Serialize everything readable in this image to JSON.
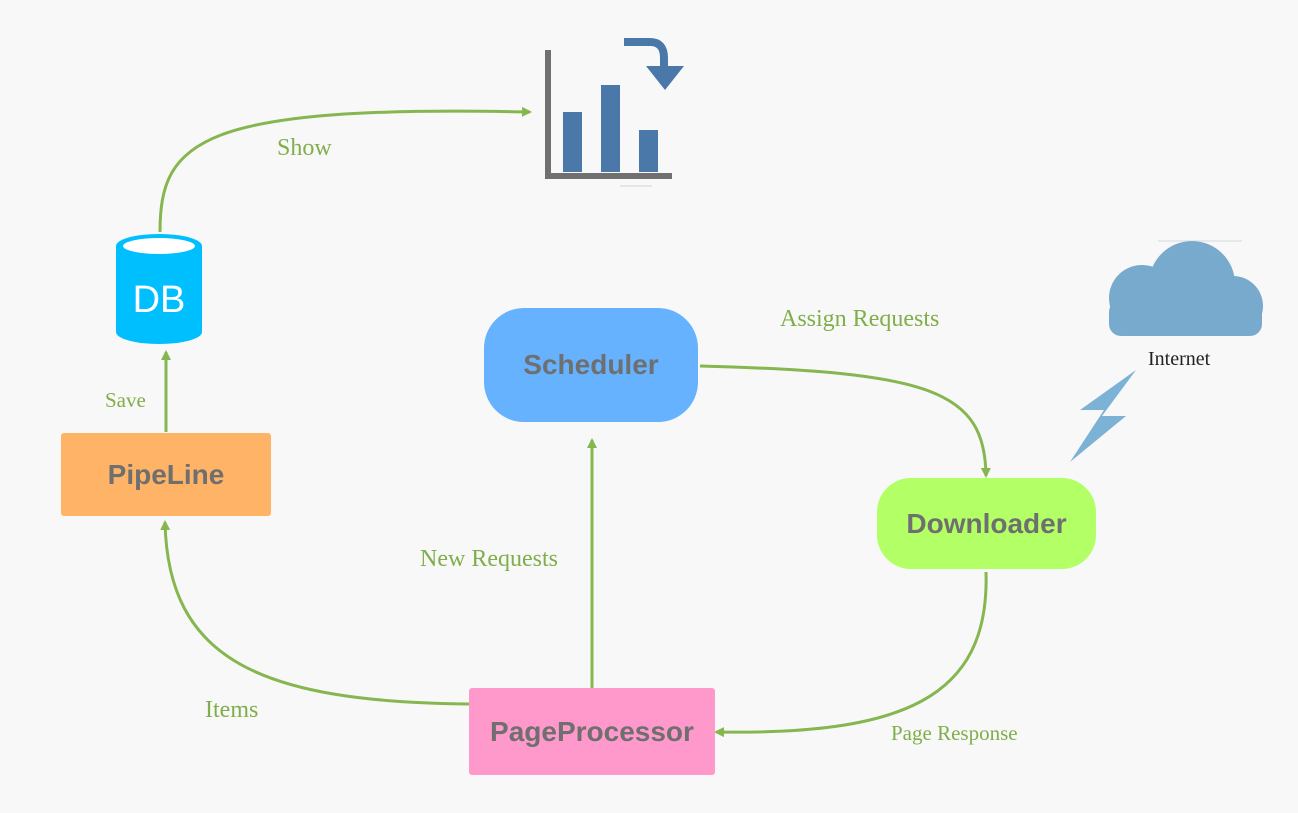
{
  "nodes": {
    "scheduler": "Scheduler",
    "downloader": "Downloader",
    "page_processor": "PageProcessor",
    "pipeline": "PipeLine",
    "db": "DB",
    "internet": "Internet"
  },
  "edges": {
    "show": "Show",
    "save": "Save",
    "items": "Items",
    "new_requests": "New Requests",
    "assign_requests": "Assign Requests",
    "page_response": "Page Response"
  },
  "icons": {
    "chart": "bar-chart-icon",
    "cloud": "cloud-icon",
    "lightning": "lightning-icon",
    "database": "database-icon"
  },
  "colors": {
    "scheduler": "#66b2ff",
    "downloader": "#b3ff66",
    "page_processor": "#ff99cc",
    "pipeline": "#ffb366",
    "db": "#00bfff",
    "arrow": "#86b64f",
    "chart_bars": "#4a78a8",
    "cloud": "#78aace"
  }
}
